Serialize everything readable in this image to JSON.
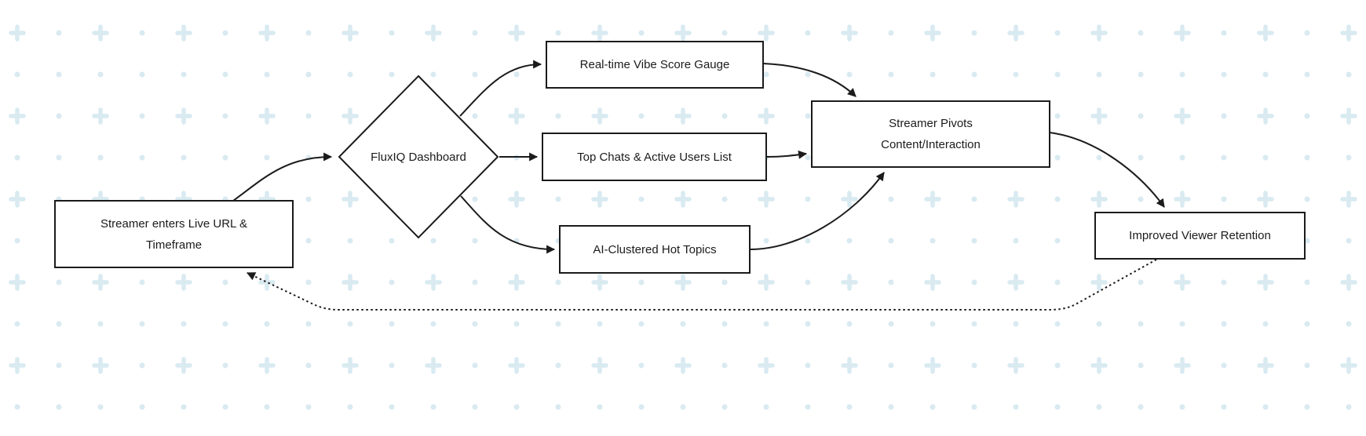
{
  "canvas": {
    "background_color": "#ffffff",
    "pattern_plus_color": "#d9eaf1",
    "pattern_dot_color": "#d9eaf1"
  },
  "diagram": {
    "stroke_color": "#1b1b1b",
    "text_color": "#1b1b1b",
    "node_fill_color": "#ffffff",
    "nodes": {
      "start": {
        "shape": "rectangle",
        "lines": [
          "Streamer enters Live URL &",
          "Timeframe"
        ]
      },
      "dashboard": {
        "shape": "diamond",
        "lines": [
          "FluxIQ Dashboard"
        ]
      },
      "vibe_gauge": {
        "shape": "rectangle",
        "lines": [
          "Real-time Vibe Score Gauge"
        ]
      },
      "top_chats": {
        "shape": "rectangle",
        "lines": [
          "Top Chats & Active Users List"
        ]
      },
      "hot_topics": {
        "shape": "rectangle",
        "lines": [
          "AI-Clustered Hot Topics"
        ]
      },
      "pivot": {
        "shape": "rectangle",
        "lines": [
          "Streamer Pivots",
          "Content/Interaction"
        ]
      },
      "retention": {
        "shape": "rectangle",
        "lines": [
          "Improved Viewer Retention"
        ]
      }
    },
    "edges": [
      {
        "from": "start",
        "to": "dashboard",
        "style": "solid"
      },
      {
        "from": "dashboard",
        "to": "vibe_gauge",
        "style": "solid"
      },
      {
        "from": "dashboard",
        "to": "top_chats",
        "style": "solid"
      },
      {
        "from": "dashboard",
        "to": "hot_topics",
        "style": "solid"
      },
      {
        "from": "vibe_gauge",
        "to": "pivot",
        "style": "solid"
      },
      {
        "from": "top_chats",
        "to": "pivot",
        "style": "solid"
      },
      {
        "from": "hot_topics",
        "to": "pivot",
        "style": "solid"
      },
      {
        "from": "pivot",
        "to": "retention",
        "style": "solid"
      },
      {
        "from": "retention",
        "to": "start",
        "style": "dotted"
      }
    ]
  }
}
